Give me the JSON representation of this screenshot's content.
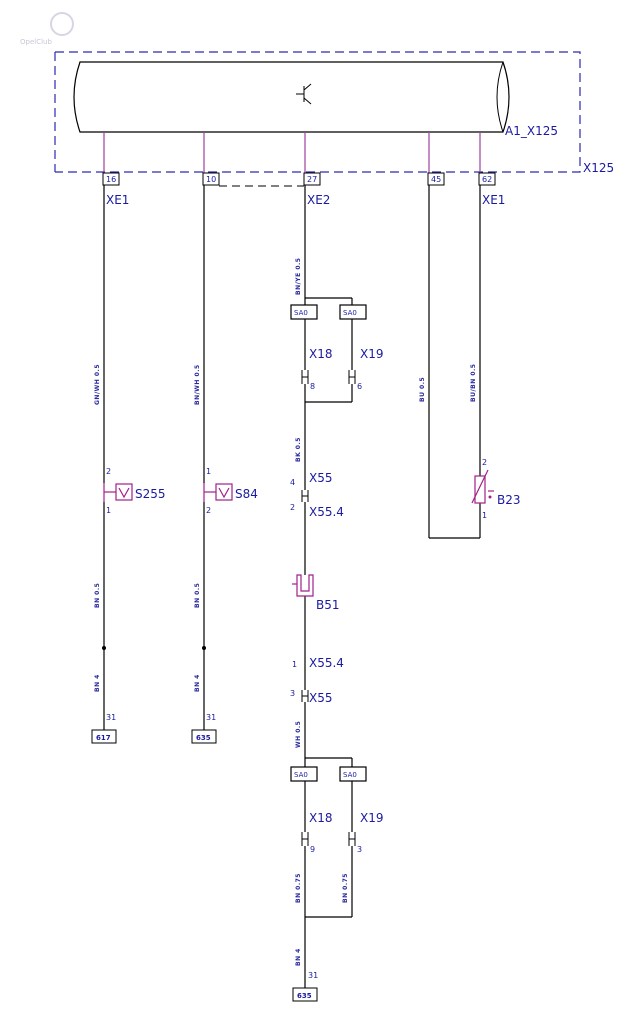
{
  "watermark": "OpelClub",
  "module": {
    "label": "A1_X125",
    "connector": "X125",
    "symbol": "transistor-icon"
  },
  "connectors": {
    "xe1_left": "XE1",
    "xe2": "XE2",
    "xe1_right": "XE1"
  },
  "pins": {
    "p16": "16",
    "p10": "10",
    "p27": "27",
    "p45": "45",
    "p62": "62"
  },
  "wire_labels": {
    "w1": "GN/WH 0.5",
    "w2": "BN/WH 0.5",
    "w3": "BN/YE 0.5",
    "w4": "BK 0.5",
    "w5": "BU 0.5",
    "w6": "BU/BN 0.5",
    "w7": "BN 0.5",
    "w8": "BN 0.5",
    "w9": "BN 4",
    "w10": "BN 4",
    "w11": "WH 0.5",
    "w12": "BN 0.75",
    "w13": "BN 0.75",
    "w14": "BN 4"
  },
  "switches": {
    "s255": "S255",
    "s84": "S84",
    "s255_top": "2",
    "s255_bottom": "1",
    "s84_top": "1",
    "s84_bottom": "2"
  },
  "splices": {
    "top_left": "SA0",
    "top_right": "SA0",
    "bottom_left": "SA0",
    "bottom_right": "SA0"
  },
  "plug_connectors": {
    "x18_top": "X18",
    "x19_top": "X19",
    "x18_top_pin": "8",
    "x19_top_pin": "6",
    "x55_top": "X55",
    "x55_top_pin": "4",
    "x554_top": "X55.4",
    "x554_top_pin": "2",
    "x554_bottom": "X55.4",
    "x554_bottom_pin": "1",
    "x55_bottom": "X55",
    "x55_bottom_pin": "3",
    "x18_bottom": "X18",
    "x19_bottom": "X19",
    "x18_bottom_pin": "9",
    "x19_bottom_pin": "3"
  },
  "components": {
    "b51": "B51",
    "b23": "B23",
    "b23_top": "2",
    "b23_bottom": "1"
  },
  "grounds": {
    "g1_pin": "31",
    "g1": "617",
    "g2_pin": "31",
    "g2": "635",
    "g3_pin": "31",
    "g3": "635"
  },
  "colors": {
    "line": "#000000",
    "text": "#1a1aa0",
    "wire_stub": "#a040a0",
    "component": "#a0208a",
    "dashed_border": "#2a2ab0"
  }
}
